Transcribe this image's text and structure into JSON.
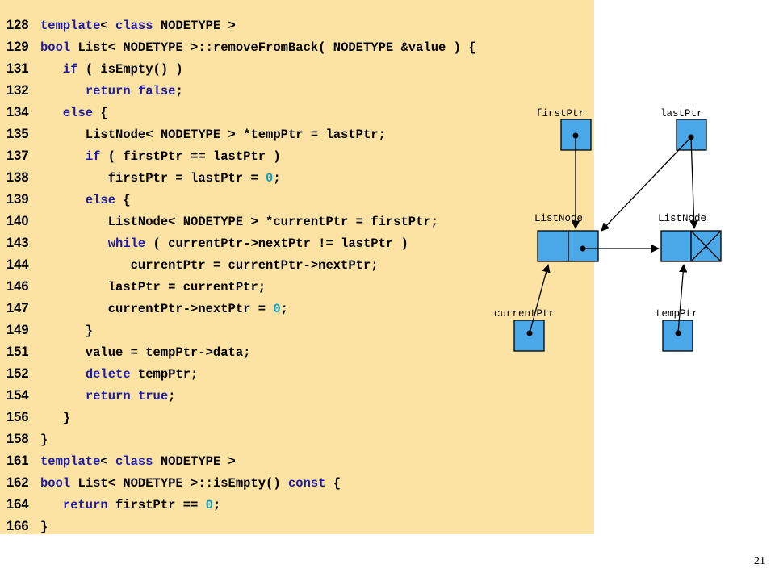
{
  "code": {
    "lines": [
      {
        "num": "128",
        "segs": [
          {
            "t": "template",
            "c": "k"
          },
          {
            "t": "< ",
            "c": "p"
          },
          {
            "t": "class",
            "c": "k"
          },
          {
            "t": " NODETYPE >",
            "c": "p"
          }
        ]
      },
      {
        "num": "129",
        "segs": [
          {
            "t": "bool",
            "c": "k"
          },
          {
            "t": " List< NODETYPE >::removeFromBack( NODETYPE &value ) {",
            "c": "p"
          }
        ]
      },
      {
        "num": "131",
        "segs": [
          {
            "t": "   ",
            "c": "p"
          },
          {
            "t": "if",
            "c": "k"
          },
          {
            "t": " ( isEmpty() )",
            "c": "p"
          }
        ]
      },
      {
        "num": "132",
        "segs": [
          {
            "t": "      ",
            "c": "p"
          },
          {
            "t": "return",
            "c": "k"
          },
          {
            "t": " ",
            "c": "p"
          },
          {
            "t": "false",
            "c": "k"
          },
          {
            "t": ";",
            "c": "p"
          }
        ]
      },
      {
        "num": "134",
        "segs": [
          {
            "t": "   ",
            "c": "p"
          },
          {
            "t": "else",
            "c": "k"
          },
          {
            "t": " {",
            "c": "p"
          }
        ]
      },
      {
        "num": "135",
        "segs": [
          {
            "t": "      ListNode< NODETYPE > *tempPtr = lastPtr;",
            "c": "p"
          }
        ]
      },
      {
        "num": "137",
        "segs": [
          {
            "t": "      ",
            "c": "p"
          },
          {
            "t": "if",
            "c": "k"
          },
          {
            "t": " ( firstPtr == lastPtr )",
            "c": "p"
          }
        ]
      },
      {
        "num": "138",
        "segs": [
          {
            "t": "         firstPtr = lastPtr = ",
            "c": "p"
          },
          {
            "t": "0",
            "c": "n"
          },
          {
            "t": ";",
            "c": "p"
          }
        ]
      },
      {
        "num": "139",
        "segs": [
          {
            "t": "      ",
            "c": "p"
          },
          {
            "t": "else",
            "c": "k"
          },
          {
            "t": " {",
            "c": "p"
          }
        ]
      },
      {
        "num": "140",
        "segs": [
          {
            "t": "         ListNode< NODETYPE > *currentPtr = firstPtr;",
            "c": "p"
          }
        ]
      },
      {
        "num": "143",
        "segs": [
          {
            "t": "         ",
            "c": "p"
          },
          {
            "t": "while",
            "c": "k"
          },
          {
            "t": " ( currentPtr->nextPtr != lastPtr )",
            "c": "p"
          }
        ]
      },
      {
        "num": "144",
        "segs": [
          {
            "t": "            currentPtr = currentPtr->nextPtr;",
            "c": "p"
          }
        ]
      },
      {
        "num": "146",
        "segs": [
          {
            "t": "         lastPtr = currentPtr;",
            "c": "p"
          }
        ]
      },
      {
        "num": "147",
        "segs": [
          {
            "t": "         currentPtr->nextPtr = ",
            "c": "p"
          },
          {
            "t": "0",
            "c": "n"
          },
          {
            "t": ";",
            "c": "p"
          }
        ]
      },
      {
        "num": "149",
        "segs": [
          {
            "t": "      }",
            "c": "p"
          }
        ]
      },
      {
        "num": "151",
        "segs": [
          {
            "t": "      value = tempPtr->data;",
            "c": "p"
          }
        ]
      },
      {
        "num": "152",
        "segs": [
          {
            "t": "      ",
            "c": "p"
          },
          {
            "t": "delete",
            "c": "k"
          },
          {
            "t": " tempPtr;",
            "c": "p"
          }
        ]
      },
      {
        "num": "154",
        "segs": [
          {
            "t": "      ",
            "c": "p"
          },
          {
            "t": "return",
            "c": "k"
          },
          {
            "t": " ",
            "c": "p"
          },
          {
            "t": "true",
            "c": "k"
          },
          {
            "t": ";",
            "c": "p"
          }
        ]
      },
      {
        "num": "156",
        "segs": [
          {
            "t": "   }",
            "c": "p"
          }
        ]
      },
      {
        "num": "158",
        "segs": [
          {
            "t": "}",
            "c": "p"
          }
        ]
      },
      {
        "num": "161",
        "segs": [
          {
            "t": "template",
            "c": "k"
          },
          {
            "t": "< ",
            "c": "p"
          },
          {
            "t": "class",
            "c": "k"
          },
          {
            "t": " NODETYPE >",
            "c": "p"
          }
        ]
      },
      {
        "num": "162",
        "segs": [
          {
            "t": "bool",
            "c": "k"
          },
          {
            "t": " List< NODETYPE >::isEmpty() ",
            "c": "p"
          },
          {
            "t": "const",
            "c": "k"
          },
          {
            "t": " {",
            "c": "p"
          }
        ]
      },
      {
        "num": "164",
        "segs": [
          {
            "t": "   ",
            "c": "p"
          },
          {
            "t": "return",
            "c": "k"
          },
          {
            "t": " firstPtr == ",
            "c": "p"
          },
          {
            "t": "0",
            "c": "n"
          },
          {
            "t": ";",
            "c": "p"
          }
        ]
      },
      {
        "num": "166",
        "segs": [
          {
            "t": "}",
            "c": "p"
          }
        ]
      }
    ]
  },
  "diagram": {
    "first_ptr_label": "firstPtr",
    "last_ptr_label": "lastPtr",
    "node1_label": "ListNode",
    "node2_label": "ListNode",
    "current_ptr_label": "currentPtr",
    "temp_ptr_label": "tempPtr"
  },
  "colors": {
    "keyword": "#1c1ca8",
    "number": "#0aa0c8",
    "panel_background": "#fce3a3",
    "box_fill": "#4aa7e8"
  },
  "page_number": "21"
}
